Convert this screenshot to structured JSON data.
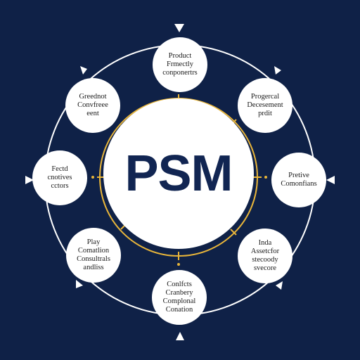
{
  "diagram": {
    "center_label": "PSM",
    "nodes": [
      {
        "id": "top",
        "lines": [
          "Product",
          "Frmectly",
          "conponertrs"
        ]
      },
      {
        "id": "top-right",
        "lines": [
          "Progercal",
          "Decesement",
          "prdit"
        ]
      },
      {
        "id": "right",
        "lines": [
          "Pretive",
          "Comonfians"
        ]
      },
      {
        "id": "bottom-right",
        "lines": [
          "Inda",
          "Assetcfor",
          "stecoody",
          "svecore"
        ]
      },
      {
        "id": "bottom",
        "lines": [
          "Conlfcts",
          "Cranbery",
          "Complonal",
          "Conation"
        ]
      },
      {
        "id": "bottom-left",
        "lines": [
          "Play",
          "Comatlion",
          "Consultrals",
          "andliss"
        ]
      },
      {
        "id": "left",
        "lines": [
          "Fectd",
          "cnotives",
          "cctors"
        ]
      },
      {
        "id": "top-left",
        "lines": [
          "Greednot",
          "Convfreee",
          "eent"
        ]
      }
    ],
    "colors": {
      "background": "#0f2147",
      "accent_ring": "#e8b53a",
      "node_fill": "#ffffff",
      "title_text": "#112552"
    }
  }
}
